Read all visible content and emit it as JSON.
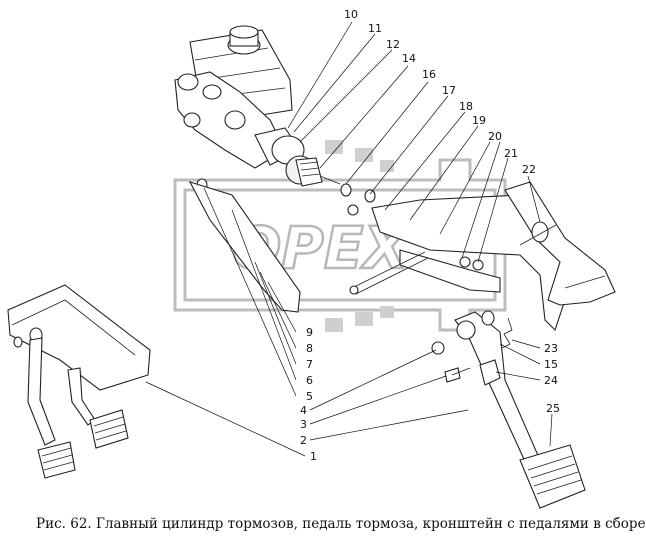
{
  "caption": "Рис. 62. Главный цилиндр тормозов, педаль тормоза, кронштейн с педалями в сборе",
  "watermark": "OPEX",
  "callouts": [
    "10",
    "11",
    "12",
    "14",
    "16",
    "17",
    "18",
    "19",
    "20",
    "21",
    "22",
    "9",
    "8",
    "7",
    "6",
    "5",
    "4",
    "3",
    "2",
    "1",
    "23",
    "15",
    "24",
    "25"
  ]
}
